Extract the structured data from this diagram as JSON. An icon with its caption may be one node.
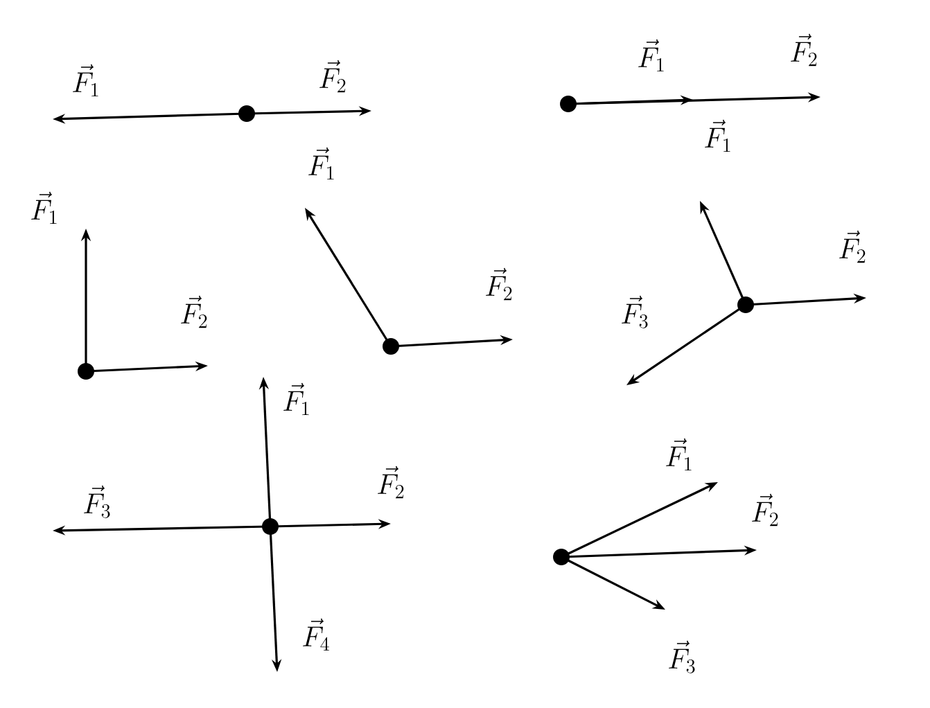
{
  "diagram": {
    "labels": [
      "\\vec{F}_1",
      "\\vec{F}_2",
      "\\vec{F}_1",
      "\\vec{F}_2",
      "\\vec{F}_1",
      "\\vec{F}_2",
      "\\vec{F}_1",
      "\\vec{F}_2",
      "\\vec{F}_1",
      "\\vec{F}_2",
      "\\vec{F}_3",
      "\\vec{F}_1",
      "\\vec{F}_2",
      "\\vec{F}_3",
      "\\vec{F}_4",
      "\\vec{F}_1",
      "\\vec{F}_2",
      "\\vec{F}_3"
    ]
  }
}
